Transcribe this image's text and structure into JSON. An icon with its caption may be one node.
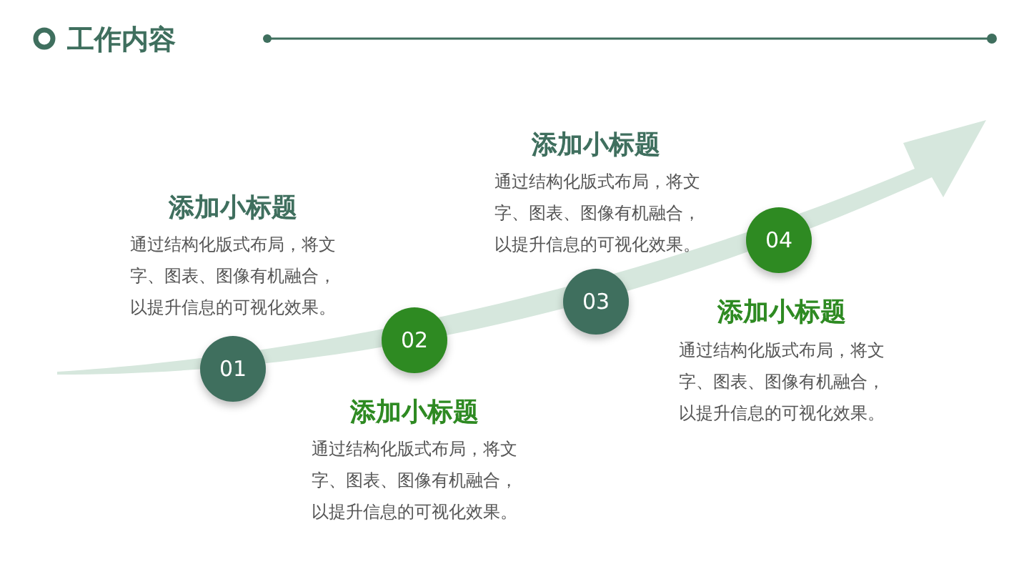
{
  "diagram": {
    "title": "工作内容",
    "nodes": [
      {
        "text": [
          "01"
        ],
        "beside": [
          "添加小标题",
          "通过结构化版式布局，将文字、图表、图像有机融合，以提升信息的可视化效果。"
        ]
      },
      {
        "text": [
          "02"
        ],
        "beside": [
          "添加小标题",
          "通过结构化版式布局，将文字、图表、图像有机融合，以提升信息的可视化效果。"
        ]
      },
      {
        "text": [
          "03"
        ],
        "beside": [
          "添加小标题",
          "通过结构化版式布局，将文字、图表、图像有机融合，以提升信息的可视化效果。"
        ]
      },
      {
        "text": [
          "04"
        ],
        "beside": [
          "添加小标题",
          "通过结构化版式布局，将文字、图表、图像有机融合，以提升信息的可视化效果。"
        ]
      }
    ]
  }
}
